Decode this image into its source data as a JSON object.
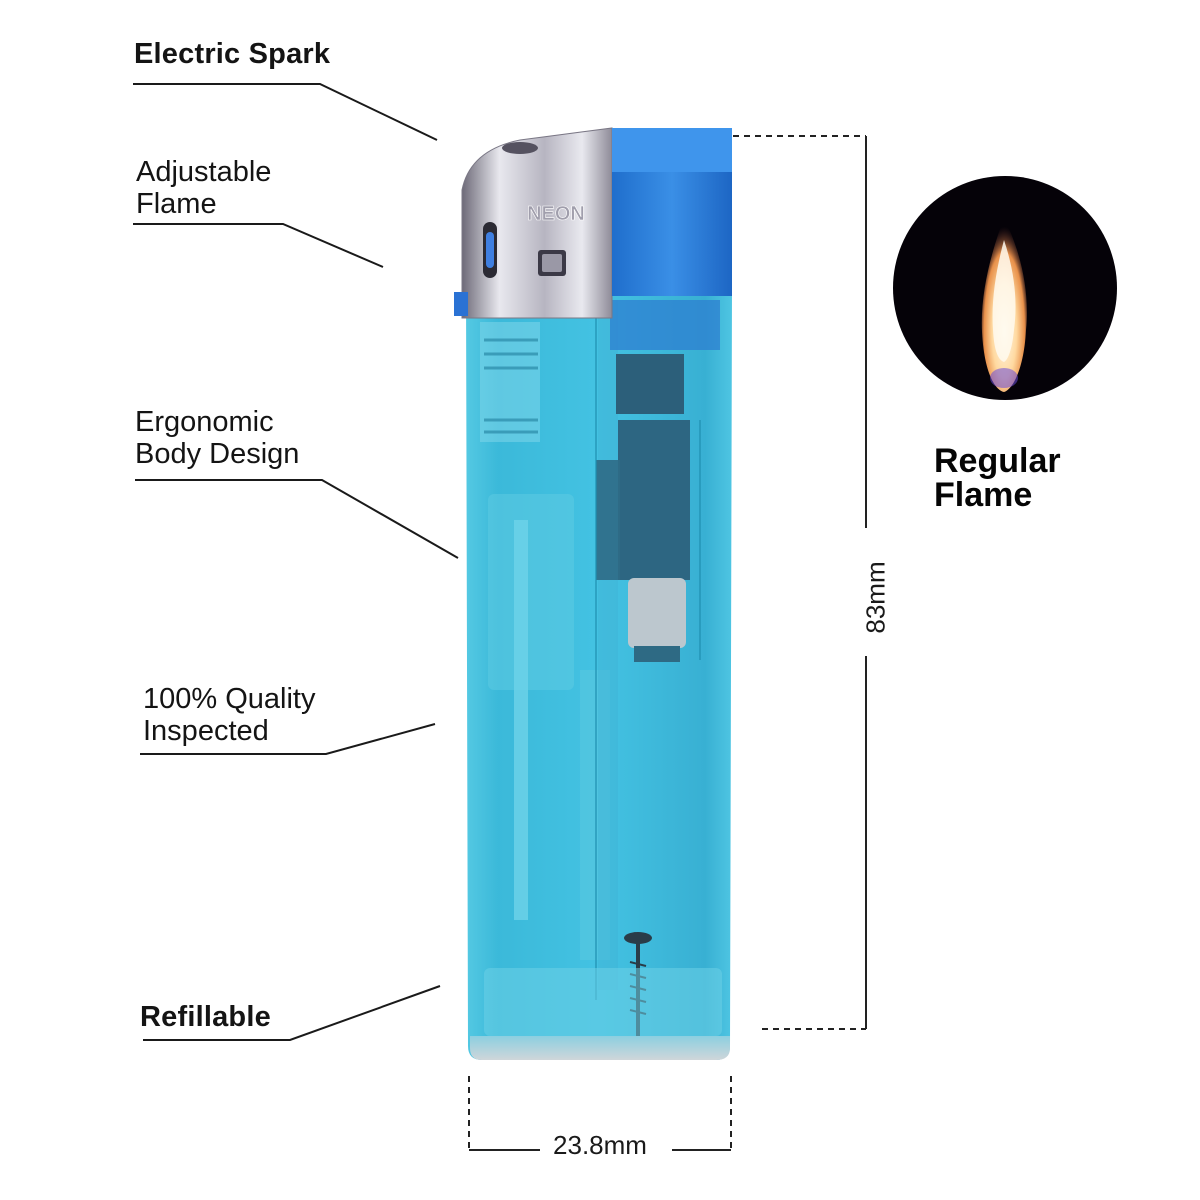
{
  "features": {
    "electric_spark": "Electric Spark",
    "adjustable_flame": [
      "Adjustable",
      "Flame"
    ],
    "ergonomic_body": [
      "Ergonomic",
      "Body Design"
    ],
    "quality_inspected": [
      "100% Quality",
      "Inspected"
    ],
    "refillable": "Refillable"
  },
  "product": {
    "brand": "NEON",
    "body_color": "#29b6d8",
    "cap_color": "#2a7fd6",
    "chrome_color": "#b9b9c2"
  },
  "flame": {
    "title": [
      "Regular",
      "Flame"
    ]
  },
  "dimensions": {
    "height": "83mm",
    "width": "23.8mm"
  }
}
